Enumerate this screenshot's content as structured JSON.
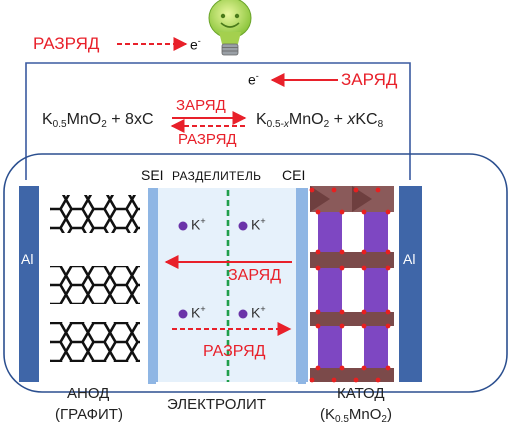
{
  "top": {
    "discharge_label": "РАЗРЯД",
    "electron_label": "e",
    "electron_sup": "-",
    "charge_label": "ЗАРЯД"
  },
  "reaction": {
    "left_main": "K",
    "left_sub": "0.5",
    "left_rest": "MnO",
    "left_o_sub": "2",
    "left_tail": " + 8xC",
    "charge_label": "ЗАРЯД",
    "discharge_label": "РАЗРЯД",
    "right_main": "K",
    "right_sub": "0.5-",
    "right_sub_x": "x",
    "right_rest": "MnO",
    "right_o_sub": "2",
    "right_plus": " + ",
    "right_x": "x",
    "right_kc": "KC",
    "right_kc_sub": "8"
  },
  "cell": {
    "sei_label": "SEI",
    "separator_label": "РАЗДЕЛИТЕЛЬ",
    "cei_label": "CEI",
    "al_left": "Al",
    "al_right": "Al",
    "ion_label": "K",
    "ion_sup": "+",
    "charge_label": "ЗАРЯД",
    "discharge_label": "РАЗРЯД"
  },
  "bottom": {
    "anode_line1": "АНОД",
    "anode_line2": "(ГРАФИТ)",
    "electrolyte": "ЭЛЕКТРОЛИТ",
    "cathode_line1": "КАТОД",
    "cathode_k": "(K",
    "cathode_sub": "0.5",
    "cathode_mno": "MnO",
    "cathode_o_sub": "2",
    "cathode_close": ")"
  },
  "colors": {
    "red": "#e8202a",
    "electrode_blue": "#3f66a8",
    "layer_blue": "#8fb6e4",
    "electrolyte": "#e6f1fb",
    "separator_green": "#1f9e4a",
    "ion_purple": "#6a33a8",
    "octahedra": "#7e47c2",
    "brown_octahedra": "#7b4a4a"
  },
  "icons": {
    "bulb": "lightbulb-icon"
  }
}
